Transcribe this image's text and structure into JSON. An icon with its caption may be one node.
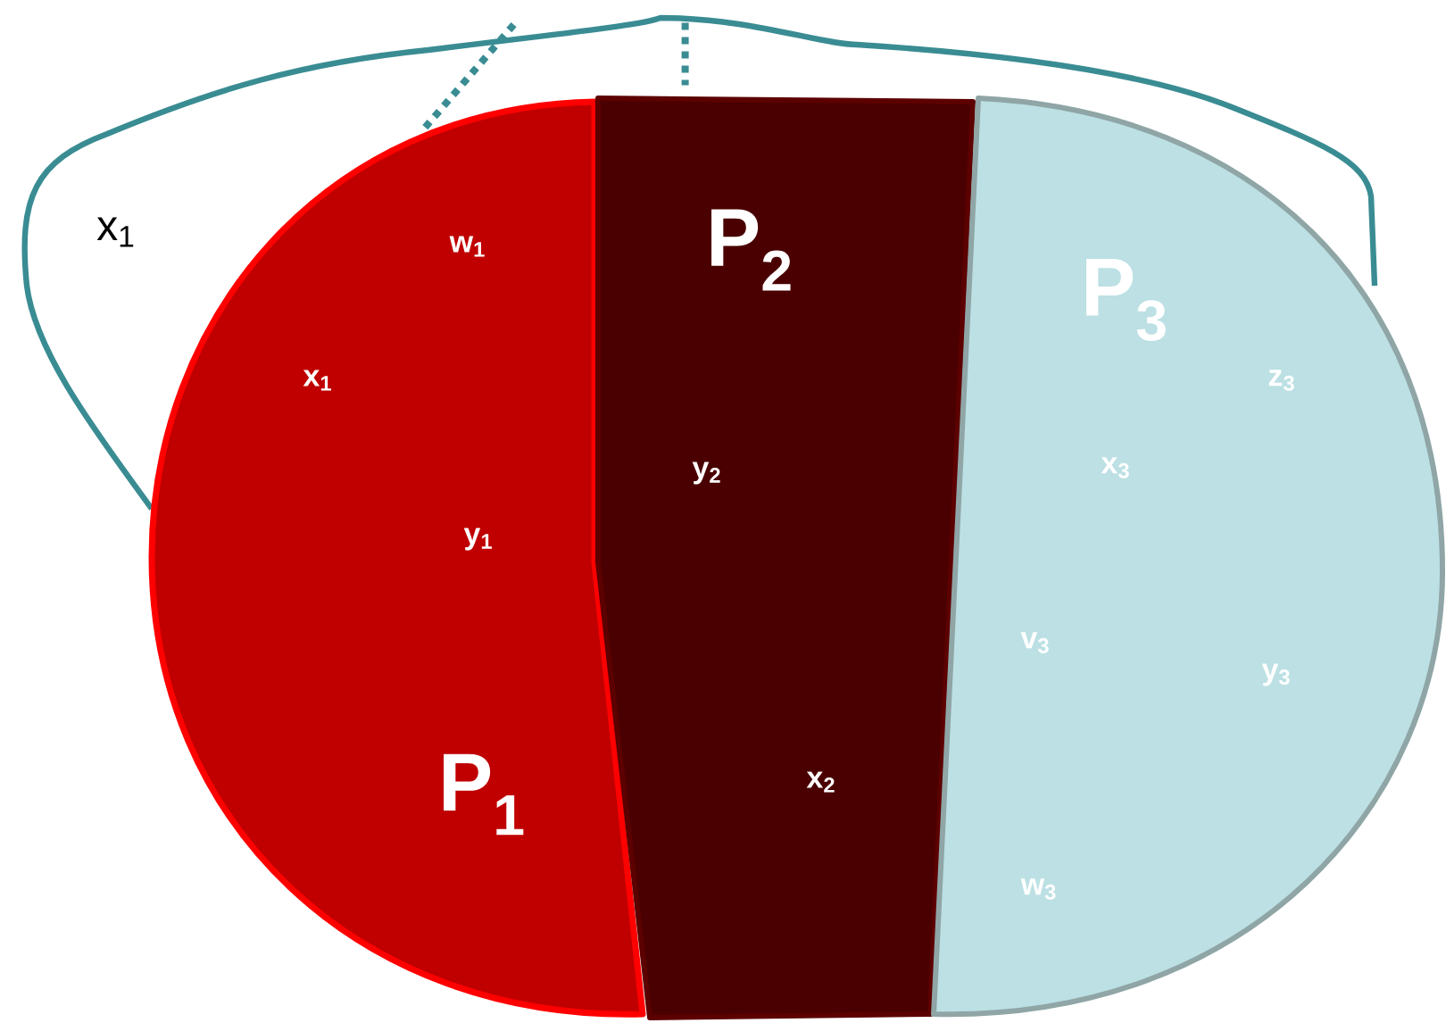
{
  "diagram": {
    "nodes": [
      {
        "text": [
          "x$_{1}$"
        ]
      },
      {
        "text": [
          "w$_{1}$",
          "x$_{1}$",
          "y$_{1}$",
          "P$_{1}$"
        ]
      },
      {
        "text": [
          "P$_{2}$",
          "y$_{2}$",
          "x$_{2}$"
        ]
      },
      {
        "text": [
          "P$_{3}$",
          "z$_{3}$",
          "x$_{3}$",
          "v$_{3}$",
          "y$_{3}$",
          "w$_{3}$"
        ]
      }
    ],
    "edges": [
      {
        "from": 0,
        "to": 1,
        "arrow": "none",
        "style": "dashed"
      },
      {
        "from": 0,
        "to": 2,
        "arrow": "none",
        "style": "dashed"
      }
    ]
  }
}
